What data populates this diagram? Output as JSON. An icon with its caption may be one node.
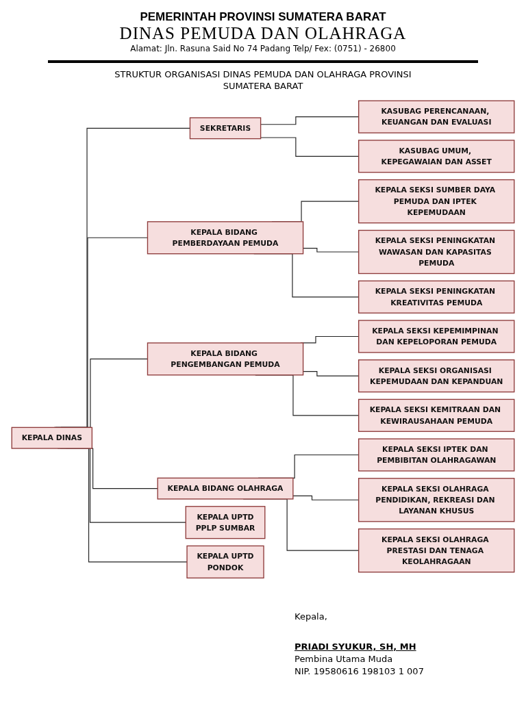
{
  "diagram": {
    "title": "STRUKTUR ORGANISASI DINAS PEMUDA DAN OLAHRAGA PROVINSI SUMATERA BARAT",
    "nodes": [
      {
        "text": [
          "KEPALA DINAS"
        ]
      },
      {
        "text": [
          "SEKRETARIS"
        ]
      },
      {
        "text": [
          "KASUBAG PERENCANAAN, KEUANGAN DAN EVALUASI"
        ]
      },
      {
        "text": [
          "KASUBAG UMUM, KEPEGAWAIAN DAN ASSET"
        ]
      },
      {
        "text": [
          "KEPALA BIDANG PEMBERDAYAAN PEMUDA"
        ]
      },
      {
        "text": [
          "KEPALA SEKSI SUMBER DAYA PEMUDA DAN IPTEK KEPEMUDAAN"
        ]
      },
      {
        "text": [
          "KEPALA SEKSI PENINGKATAN WAWASAN DAN KAPASITAS PEMUDA"
        ]
      },
      {
        "text": [
          "KEPALA SEKSI PENINGKATAN KREATIVITAS PEMUDA"
        ]
      },
      {
        "text": [
          "KEPALA BIDANG PENGEMBANGAN PEMUDA"
        ]
      },
      {
        "text": [
          "KEPALA SEKSI KEPEMIMPINAN DAN KEPELOPORAN PEMUDA"
        ]
      },
      {
        "text": [
          "KEPALA SEKSI ORGANISASI KEPEMUDAAN DAN KEPANDUAN"
        ]
      },
      {
        "text": [
          "KEPALA SEKSI KEMITRAAN DAN KEWIRAUSAHAAN PEMUDA"
        ]
      },
      {
        "text": [
          "KEPALA BIDANG OLAHRAGA"
        ]
      },
      {
        "text": [
          "KEPALA SEKSI IPTEK DAN PEMBIBITAN OLAHRAGAWAN"
        ]
      },
      {
        "text": [
          "KEPALA SEKSI OLAHRAGA PENDIDIKAN, REKREASI DAN LAYANAN KHUSUS"
        ]
      },
      {
        "text": [
          "KEPALA SEKSI OLAHRAGA PRESTASI DAN TENAGA KEOLAHRAGAAN"
        ]
      },
      {
        "text": [
          "KEPALA UPTD PPLP SUMBAR"
        ]
      },
      {
        "text": [
          "KEPALA UPTD PONDOK"
        ]
      }
    ],
    "edges": [
      {
        "from": 0,
        "to": 1,
        "arrow": "none"
      },
      {
        "from": 1,
        "to": 2,
        "arrow": "none"
      },
      {
        "from": 1,
        "to": 3,
        "arrow": "none"
      },
      {
        "from": 0,
        "to": 4,
        "arrow": "none"
      },
      {
        "from": 4,
        "to": 5,
        "arrow": "none"
      },
      {
        "from": 4,
        "to": 6,
        "arrow": "none"
      },
      {
        "from": 4,
        "to": 7,
        "arrow": "none"
      },
      {
        "from": 0,
        "to": 8,
        "arrow": "none"
      },
      {
        "from": 8,
        "to": 9,
        "arrow": "none"
      },
      {
        "from": 8,
        "to": 10,
        "arrow": "none"
      },
      {
        "from": 8,
        "to": 11,
        "arrow": "none"
      },
      {
        "from": 0,
        "to": 12,
        "arrow": "none"
      },
      {
        "from": 12,
        "to": 13,
        "arrow": "none"
      },
      {
        "from": 12,
        "to": 14,
        "arrow": "none"
      },
      {
        "from": 12,
        "to": 15,
        "arrow": "none"
      },
      {
        "from": 0,
        "to": 16,
        "arrow": "none"
      },
      {
        "from": 0,
        "to": 17,
        "arrow": "none"
      }
    ],
    "labels": [
      "PEMERINTAH PROVINSI SUMATERA BARAT",
      "DINAS PEMUDA DAN OLAHRAGA",
      "Alamat: Jln. Rasuna Said No 74 Padang Telp/ Fex: (0751) - 26800",
      "Kepala,",
      "PRIADI SYUKUR, SH, MH",
      "Pembina Utama Muda",
      "NIP. 19580616 198103 1 007"
    ]
  }
}
